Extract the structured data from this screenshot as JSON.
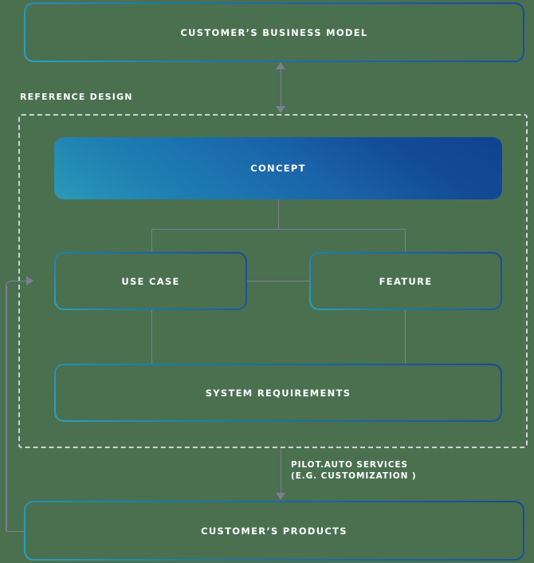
{
  "diagram": {
    "background_color": "#4a7050",
    "accent_gradient_from": "#2aa3c4",
    "accent_gradient_to": "#174a96",
    "connector_color": "#7b7f95",
    "dashed_border_color": "#cfd5d2",
    "text_color": "#ffffff"
  },
  "top_box": {
    "label": "CUSTOMER’S BUSINESS MODEL"
  },
  "reference_design": {
    "region_label": "REFERENCE DESIGN",
    "concept": {
      "label": "CONCEPT"
    },
    "use_case": {
      "label": "USE CASE"
    },
    "feature": {
      "label": "FEATURE"
    },
    "system_requirements": {
      "label": "SYSTEM REQUIREMENTS"
    }
  },
  "services_annotation": {
    "line1": "PILOT.AUTO SERVICES",
    "line2": "(E.G. CUSTOMIZATION )"
  },
  "bottom_box": {
    "label": "CUSTOMER’S PRODUCTS"
  }
}
